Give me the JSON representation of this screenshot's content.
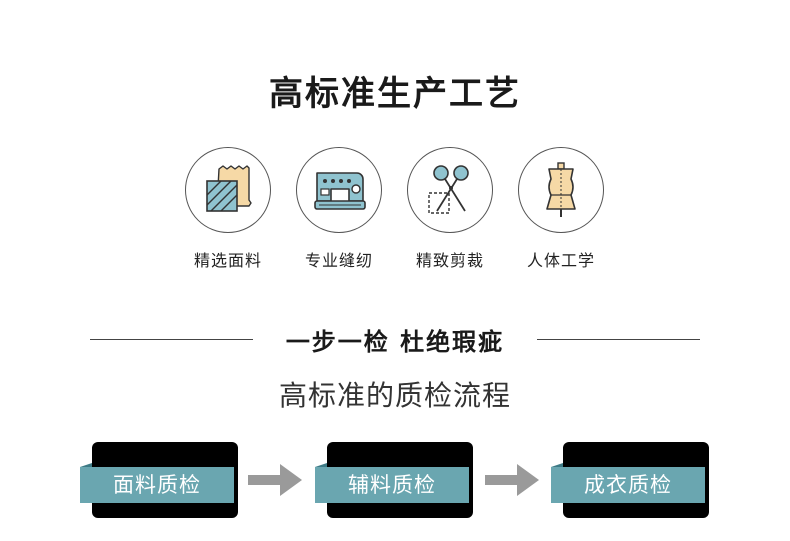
{
  "header": {
    "title": "高标准生产工艺"
  },
  "features": [
    {
      "icon": "fabric-swatch-icon",
      "label": "精选面料"
    },
    {
      "icon": "sewing-machine-icon",
      "label": "专业缝纫"
    },
    {
      "icon": "scissors-icon",
      "label": "精致剪裁"
    },
    {
      "icon": "dress-form-icon",
      "label": "人体工学"
    }
  ],
  "slogan": "一步一检  杜绝瑕疵",
  "subtitle": "高标准的质检流程",
  "steps": [
    {
      "label": "面料质检"
    },
    {
      "label": "辅料质检"
    },
    {
      "label": "成衣质检"
    }
  ],
  "colors": {
    "accent_blue": "#6aa6b0",
    "accent_dark_blue": "#3e7b86",
    "icon_tan": "#f6d9a6",
    "arrow_gray": "#9a9a9a"
  }
}
